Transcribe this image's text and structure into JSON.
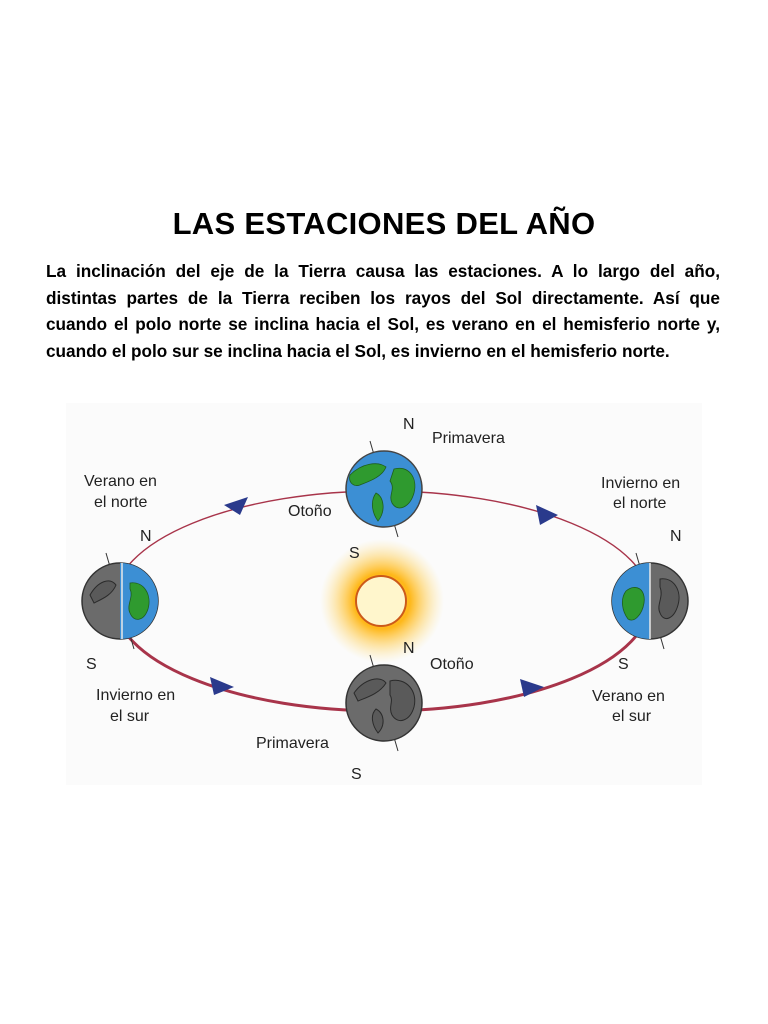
{
  "title": "LAS ESTACIONES DEL AÑO",
  "paragraph": "La inclinación del eje de la Tierra causa las estaciones. A lo largo del año, distintas partes de la Tierra reciben los rayos del Sol directamente. Así que cuando el polo norte se inclina hacia el Sol, es verano en el hemisferio norte y, cuando el polo sur se inclina hacia el Sol, es invierno en el hemisferio norte.",
  "diagram": {
    "pole_north": "N",
    "pole_south": "S",
    "top": {
      "season_north": "Primavera",
      "season_south": "Otoño"
    },
    "bottom": {
      "season_north": "Otoño",
      "season_south": "Primavera"
    },
    "left": {
      "line1": "Verano en",
      "line2": "el norte",
      "line3": "Invierno en",
      "line4": "el sur"
    },
    "right": {
      "line1": "Invierno en",
      "line2": "el norte",
      "line3": "Verano en",
      "line4": "el sur"
    },
    "colors": {
      "orbit": "#a8344a",
      "arrow": "#2a3a8c",
      "ocean": "#3c8fd4",
      "land": "#2f9a2f",
      "night": "#6b6b6b",
      "sun_core": "#fff6cc",
      "sun_glow": "#ffb000"
    }
  }
}
